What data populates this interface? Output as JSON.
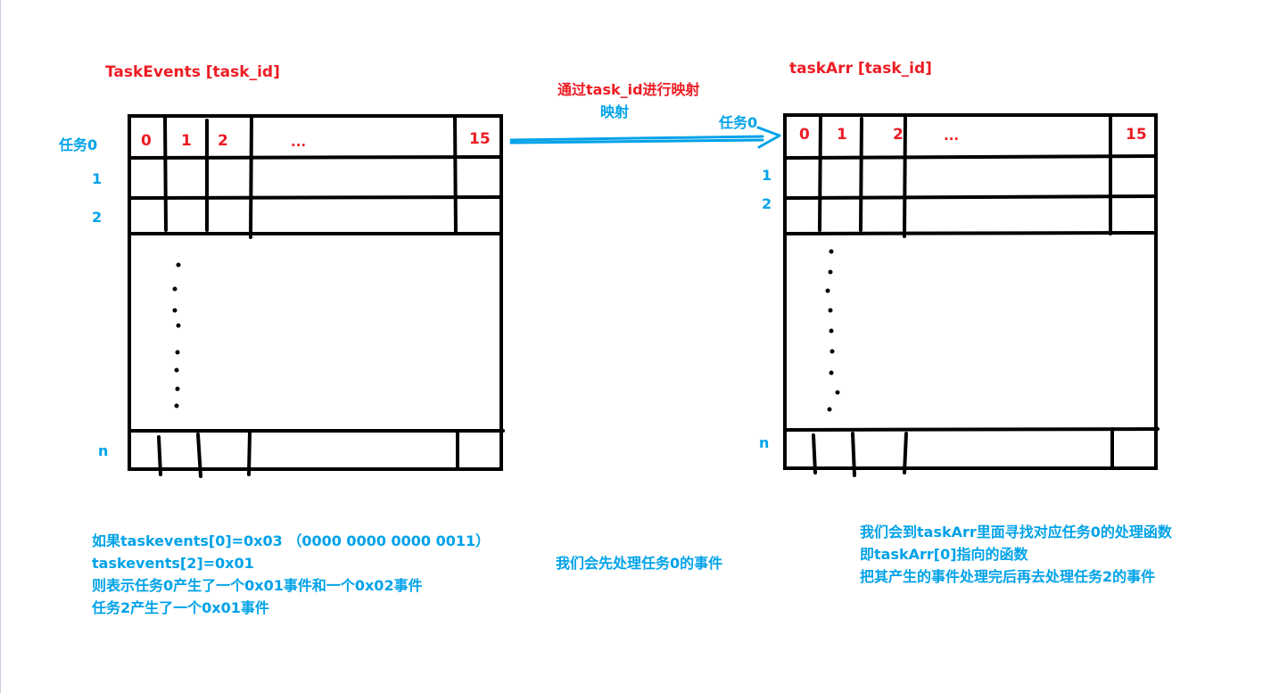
{
  "colors": {
    "title_red": "#ed1c24",
    "label_blue": "#00a2e8",
    "line_black": "#000000",
    "arrow_blue": "#00a2e8"
  },
  "left_table": {
    "title": "TaskEvents [task_id]",
    "header_cells": [
      "0",
      "1",
      "2",
      "...",
      "15"
    ],
    "row_labels": [
      "任务0",
      "1",
      "2",
      "n"
    ]
  },
  "mapping_arrow": {
    "label_red": "通过task_id进行映射",
    "label_blue": "映射",
    "target_label": "任务0"
  },
  "right_table": {
    "title": "taskArr [task_id]",
    "header_cells": [
      "0",
      "1",
      "2",
      "...",
      "15"
    ],
    "row_labels": [
      "1",
      "2",
      "n"
    ]
  },
  "notes": {
    "left": [
      "如果taskevents[0]=0x03  （0000 0000 0000 0011）",
      "taskevents[2]=0x01",
      "则表示任务0产生了一个0x01事件和一个0x02事件",
      "任务2产生了一个0x01事件"
    ],
    "middle": "我们会先处理任务0的事件",
    "right": [
      "我们会到taskArr里面寻找对应任务0的处理函数",
      "即taskArr[0]指向的函数",
      "把其产生的事件处理完后再去处理任务2的事件"
    ]
  }
}
